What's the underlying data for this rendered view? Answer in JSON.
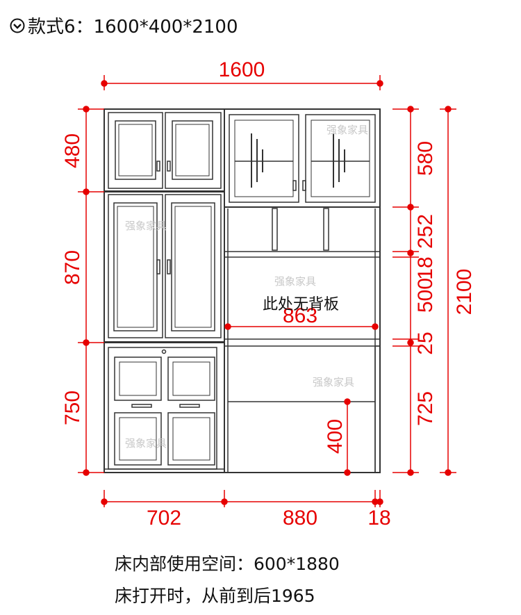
{
  "title": {
    "icon": "circle-chevron-down-icon",
    "text": "款式6：1600*400*2100"
  },
  "dimensions": {
    "total_width": "1600",
    "left_upper_height": "480",
    "left_middle_height": "870",
    "left_lower_height": "750",
    "right_top_cabinet_height": "580",
    "right_shelf_height": "252",
    "right_middle_height": "500",
    "right_small_gap": "18",
    "total_height": "2100",
    "desk_top_thickness": "25",
    "desk_height": "725",
    "desk_inner_width": "863",
    "leg_height": "400",
    "bottom_left_width": "702",
    "bottom_middle_width": "880",
    "bottom_right_width": "18"
  },
  "labels": {
    "no_back_panel": "此处无背板"
  },
  "watermarks": [
    "强象家具",
    "强象家具",
    "强象家具",
    "强象家具",
    "强象家具"
  ],
  "notes": {
    "bed_inner_space": "床内部使用空间：600*1880",
    "bed_open_depth": "床打开时，从前到后1965"
  },
  "colors": {
    "dimension": "#e60000",
    "outline": "#333333"
  }
}
